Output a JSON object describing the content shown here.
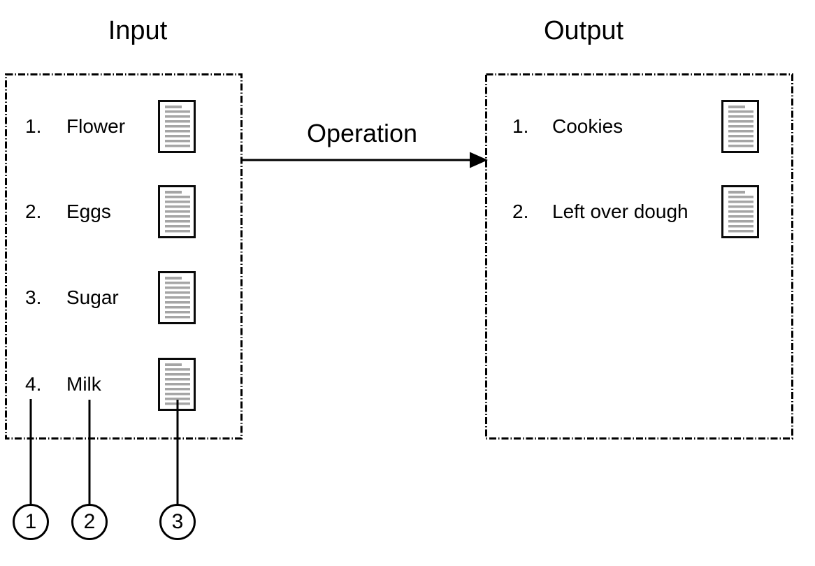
{
  "colors": {
    "ink": "#000000",
    "doc_line_gray": "#a5a5a5",
    "background": "#ffffff"
  },
  "input": {
    "title": "Input",
    "items": [
      {
        "num": "1.",
        "label": "Flower"
      },
      {
        "num": "2.",
        "label": "Eggs"
      },
      {
        "num": "3.",
        "label": "Sugar"
      },
      {
        "num": "4.",
        "label": "Milk"
      }
    ]
  },
  "operation": {
    "label": "Operation"
  },
  "output": {
    "title": "Output",
    "items": [
      {
        "num": "1.",
        "label": "Cookies"
      },
      {
        "num": "2.",
        "label": "Left over dough"
      }
    ]
  },
  "callouts": [
    {
      "label": "1"
    },
    {
      "label": "2"
    },
    {
      "label": "3"
    }
  ]
}
